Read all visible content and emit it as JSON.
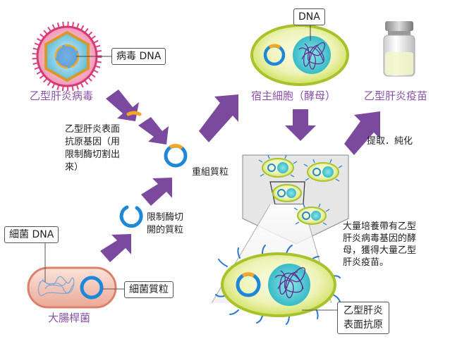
{
  "labels": {
    "hbv_dna": "病毒 DNA",
    "hbv_virus": "乙型肝炎病毒",
    "gene_note": [
      "乙型肝炎表面",
      "抗原基因（用",
      "限制酶切割出",
      "來）"
    ],
    "recombinant_plasmid": "重組質粒",
    "cut_plasmid": [
      "限制酶切",
      "開的質粒"
    ],
    "bacterial_dna": "細菌 DNA",
    "bacterial_plasmid": "細菌質粒",
    "ecoli": "大腸桿菌",
    "yeast_dna": "DNA",
    "yeast_host": "宿主細胞（酵母）",
    "vaccine": "乙型肝炎疫苗",
    "extract": "提取．純化",
    "culture_note": [
      "大量培養帶有乙型",
      "肝炎病毒基因的酵",
      "母，獲得大量乙型",
      "肝炎疫苗。"
    ],
    "surface_antigen": [
      "乙型肝炎",
      "表面抗原"
    ]
  },
  "colors": {
    "purple_text": "#8a52a8",
    "arrow": "#7b4a9e",
    "plasmid_blue": "#1e88d8",
    "gene_orange": "#f5a623",
    "yeast_green": "#b8d23c",
    "nucleus_teal": "#3fc0c8",
    "virus_pink": "#e0447f",
    "ecoli_pink": "#f3c9bd"
  }
}
